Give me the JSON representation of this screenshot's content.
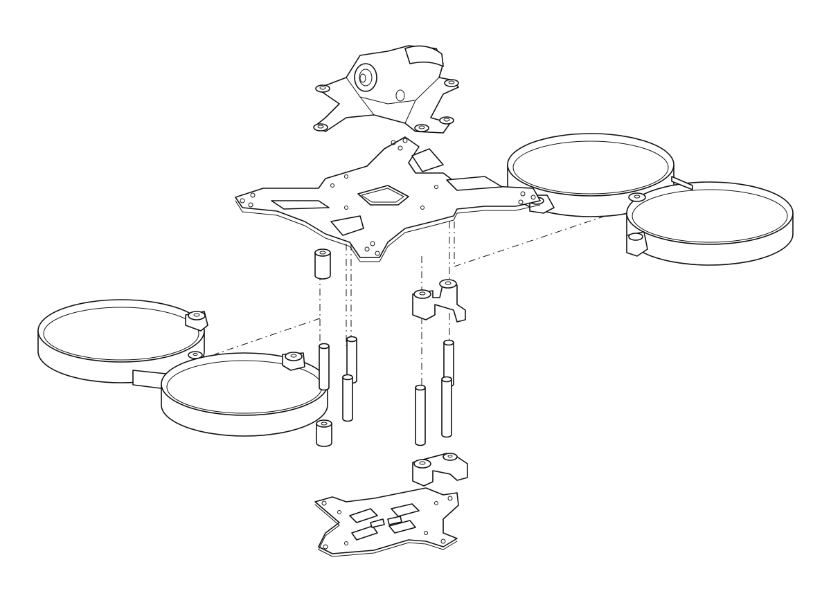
{
  "diagram": {
    "style": "exploded isometric line drawing",
    "line_color": "#111111",
    "background": "#ffffff",
    "parts": [
      {
        "name": "camera-canopy"
      },
      {
        "name": "top-frame-plate"
      },
      {
        "name": "duct-ring-front-right"
      },
      {
        "name": "duct-ring-rear-right"
      },
      {
        "name": "duct-ring-front-left"
      },
      {
        "name": "duct-ring-rear-left"
      },
      {
        "name": "standoff-column-left"
      },
      {
        "name": "standoff-column-right"
      },
      {
        "name": "camera-bracket-upper"
      },
      {
        "name": "camera-bracket-lower"
      },
      {
        "name": "bottom-frame-plate"
      }
    ]
  }
}
